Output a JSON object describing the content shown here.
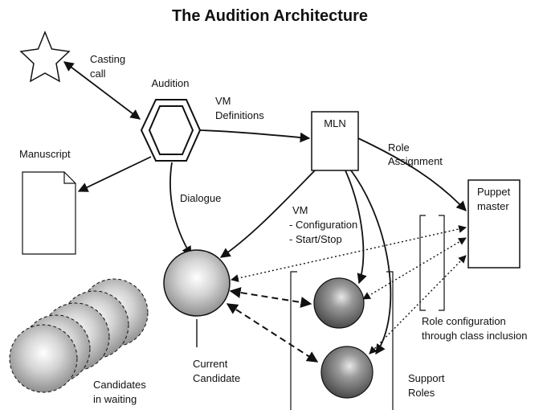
{
  "title": "The Audition Architecture",
  "nodes": {
    "casting_call": "Casting call",
    "audition": "Audition",
    "manuscript": "Manuscript",
    "mln": "MLN",
    "puppet_master": [
      "Puppet",
      "master"
    ],
    "current_candidate": [
      "Current",
      "Candidate"
    ],
    "candidates_waiting": [
      "Candidates",
      "in waiting"
    ],
    "support_roles": [
      "Support",
      "Roles"
    ]
  },
  "edges": {
    "vm_definitions": [
      "VM",
      "Definitions"
    ],
    "dialogue": "Dialogue",
    "role_assignment": [
      "Role",
      "Assignment"
    ],
    "vm_config": [
      "VM",
      "- Configuration",
      "- Start/Stop"
    ],
    "role_configuration": [
      "Role configuration",
      "through class inclusion"
    ]
  }
}
